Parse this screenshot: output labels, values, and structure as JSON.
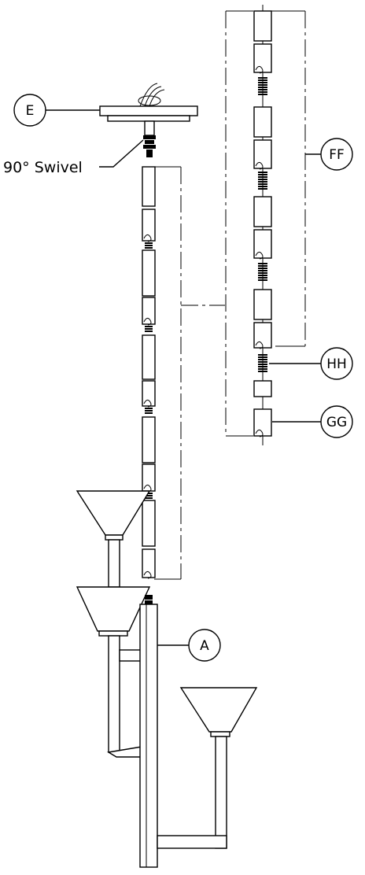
{
  "labels": {
    "canopy": "E",
    "swivel": "90° Swivel",
    "chain_assembly": "FF",
    "coupling": "HH",
    "link": "GG",
    "fixture": "A"
  }
}
